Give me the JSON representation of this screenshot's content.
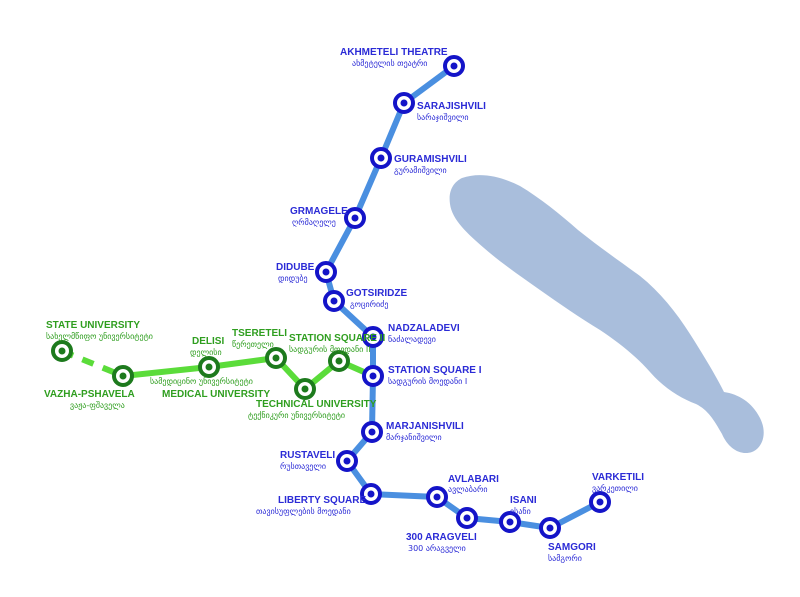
{
  "colors": {
    "blue_line": "#4a8fe0",
    "blue_station": "#1414c8",
    "green_line": "#5bdc3a",
    "green_station": "#1d7a1d",
    "lake": "#a9bedc",
    "blue_text": "#2b2bd6",
    "green_text": "#2f9e1f"
  },
  "lines": [
    {
      "name": "",
      "color": "blue"
    },
    {
      "name": "",
      "color": "green"
    }
  ],
  "stations": [
    {
      "id": "akhmeteli",
      "line": "blue",
      "en": "AKHMETELI THEATRE",
      "ka": "ახმეტელის თეატრი"
    },
    {
      "id": "sarajishvili",
      "line": "blue",
      "en": "SARAJISHVILI",
      "ka": "სარაჯიშვილი"
    },
    {
      "id": "guramishvili",
      "line": "blue",
      "en": "GURAMISHVILI",
      "ka": "გურამიშვილი"
    },
    {
      "id": "grmagele",
      "line": "blue",
      "en": "GRMAGELE",
      "ka": "ღრმაღელე"
    },
    {
      "id": "didube",
      "line": "blue",
      "en": "DIDUBE",
      "ka": "დიდუბე"
    },
    {
      "id": "gotsiridze",
      "line": "blue",
      "en": "GOTSIRIDZE",
      "ka": "გოცირიძე"
    },
    {
      "id": "nadzaladevi",
      "line": "blue",
      "en": "NADZALADEVI",
      "ka": "ნაძალადევი"
    },
    {
      "id": "station_square_1",
      "line": "blue",
      "en": "STATION SQUARE I",
      "ka": "სადგურის მოედანი I"
    },
    {
      "id": "marjanishvili",
      "line": "blue",
      "en": "MARJANISHVILI",
      "ka": "მარჯანიშვილი"
    },
    {
      "id": "rustaveli",
      "line": "blue",
      "en": "RUSTAVELI",
      "ka": "რუსთაველი"
    },
    {
      "id": "liberty_square",
      "line": "blue",
      "en": "LIBERTY SQUARE",
      "ka": "თავისუფლების მოედანი"
    },
    {
      "id": "avlabari",
      "line": "blue",
      "en": "AVLABARI",
      "ka": "ავლაბარი"
    },
    {
      "id": "aragveli",
      "line": "blue",
      "en": "300 ARAGVELI",
      "ka": "300 არაგველი"
    },
    {
      "id": "isani",
      "line": "blue",
      "en": "ISANI",
      "ka": "ისანი"
    },
    {
      "id": "samgori",
      "line": "blue",
      "en": "SAMGORI",
      "ka": "სამგორი"
    },
    {
      "id": "varketili",
      "line": "blue",
      "en": "VARKETILI",
      "ka": "ვარკეთილი"
    },
    {
      "id": "state_university",
      "line": "green",
      "en": "STATE UNIVERSITY",
      "ka": "სახელმწიფო უნივერსიტეტი"
    },
    {
      "id": "vazha_pshavela",
      "line": "green",
      "en": "VAZHA-PSHAVELA",
      "ka": "ვაჟა-ფშაველა"
    },
    {
      "id": "delisi",
      "line": "green",
      "en": "DELISI",
      "ka": "დელისი"
    },
    {
      "id": "medical_university",
      "line": "green",
      "en": "MEDICAL UNIVERSITY",
      "ka": "სამედიცინო უნივერსიტეტი"
    },
    {
      "id": "tsereteli",
      "line": "green",
      "en": "TSERETELI",
      "ka": "წერეთელი"
    },
    {
      "id": "technical_university",
      "line": "green",
      "en": "TECHNICAL UNIVERSITY",
      "ka": "ტექნიკური უნივერსიტეტი"
    },
    {
      "id": "station_square_2",
      "line": "green",
      "en": "STATION SQUARE II",
      "ka": "სადგურის მოედანი II"
    }
  ]
}
